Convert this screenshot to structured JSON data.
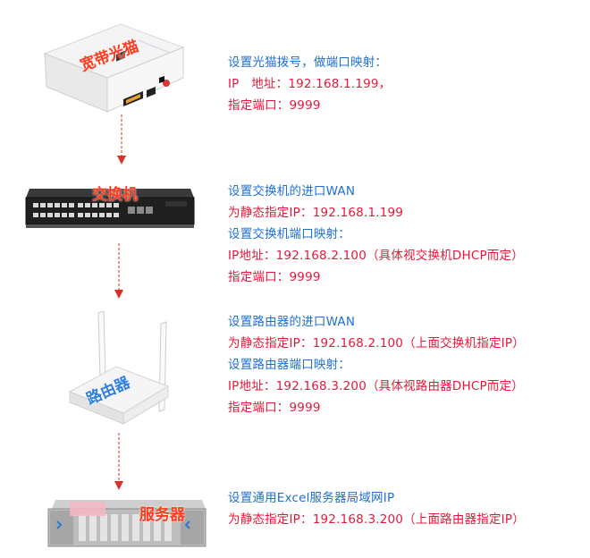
{
  "devices": {
    "modem": {
      "label": "宽带光猫"
    },
    "switch": {
      "label": "交换机"
    },
    "router": {
      "label": "路由器"
    },
    "server": {
      "label": "服务器"
    }
  },
  "blocks": [
    {
      "lines": [
        {
          "text": "设置光猫拨号，做端口映射：",
          "color": "blue"
        },
        {
          "text": "IP　地址：192.168.1.199，",
          "color": "red"
        },
        {
          "text": "指定端口：9999",
          "color": "red"
        }
      ]
    },
    {
      "lines": [
        {
          "text": "设置交换机的进口WAN",
          "color": "blue"
        },
        {
          "text": "为静态指定IP：192.168.1.199",
          "color": "red"
        },
        {
          "text": "设置交换机端口映射：",
          "color": "blue"
        },
        {
          "text": "IP地址：192.168.2.100（具体视交换机DHCP而定）",
          "color": "red"
        },
        {
          "text": "指定端口：9999",
          "color": "red"
        }
      ]
    },
    {
      "lines": [
        {
          "text": "设置路由器的进口WAN",
          "color": "blue"
        },
        {
          "text": "为静态指定IP：192.168.2.100（上面交换机指定IP）",
          "color": "red"
        },
        {
          "text": "设置路由器端口映射：",
          "color": "blue"
        },
        {
          "text": "IP地址：192.168.3.200（具体视路由器DHCP而定）",
          "color": "red"
        },
        {
          "text": "指定端口：9999",
          "color": "red"
        }
      ]
    },
    {
      "lines": [
        {
          "text": "设置通用Excel服务器局域网IP",
          "color": "blue"
        },
        {
          "text": "为静态指定IP：192.168.3.200（上面路由器指定IP）",
          "color": "red"
        }
      ]
    }
  ],
  "colors": {
    "blue": "#1f6fd1",
    "red": "#e8173a",
    "arrow": "#d6322a",
    "label": "#ff3b1f"
  }
}
